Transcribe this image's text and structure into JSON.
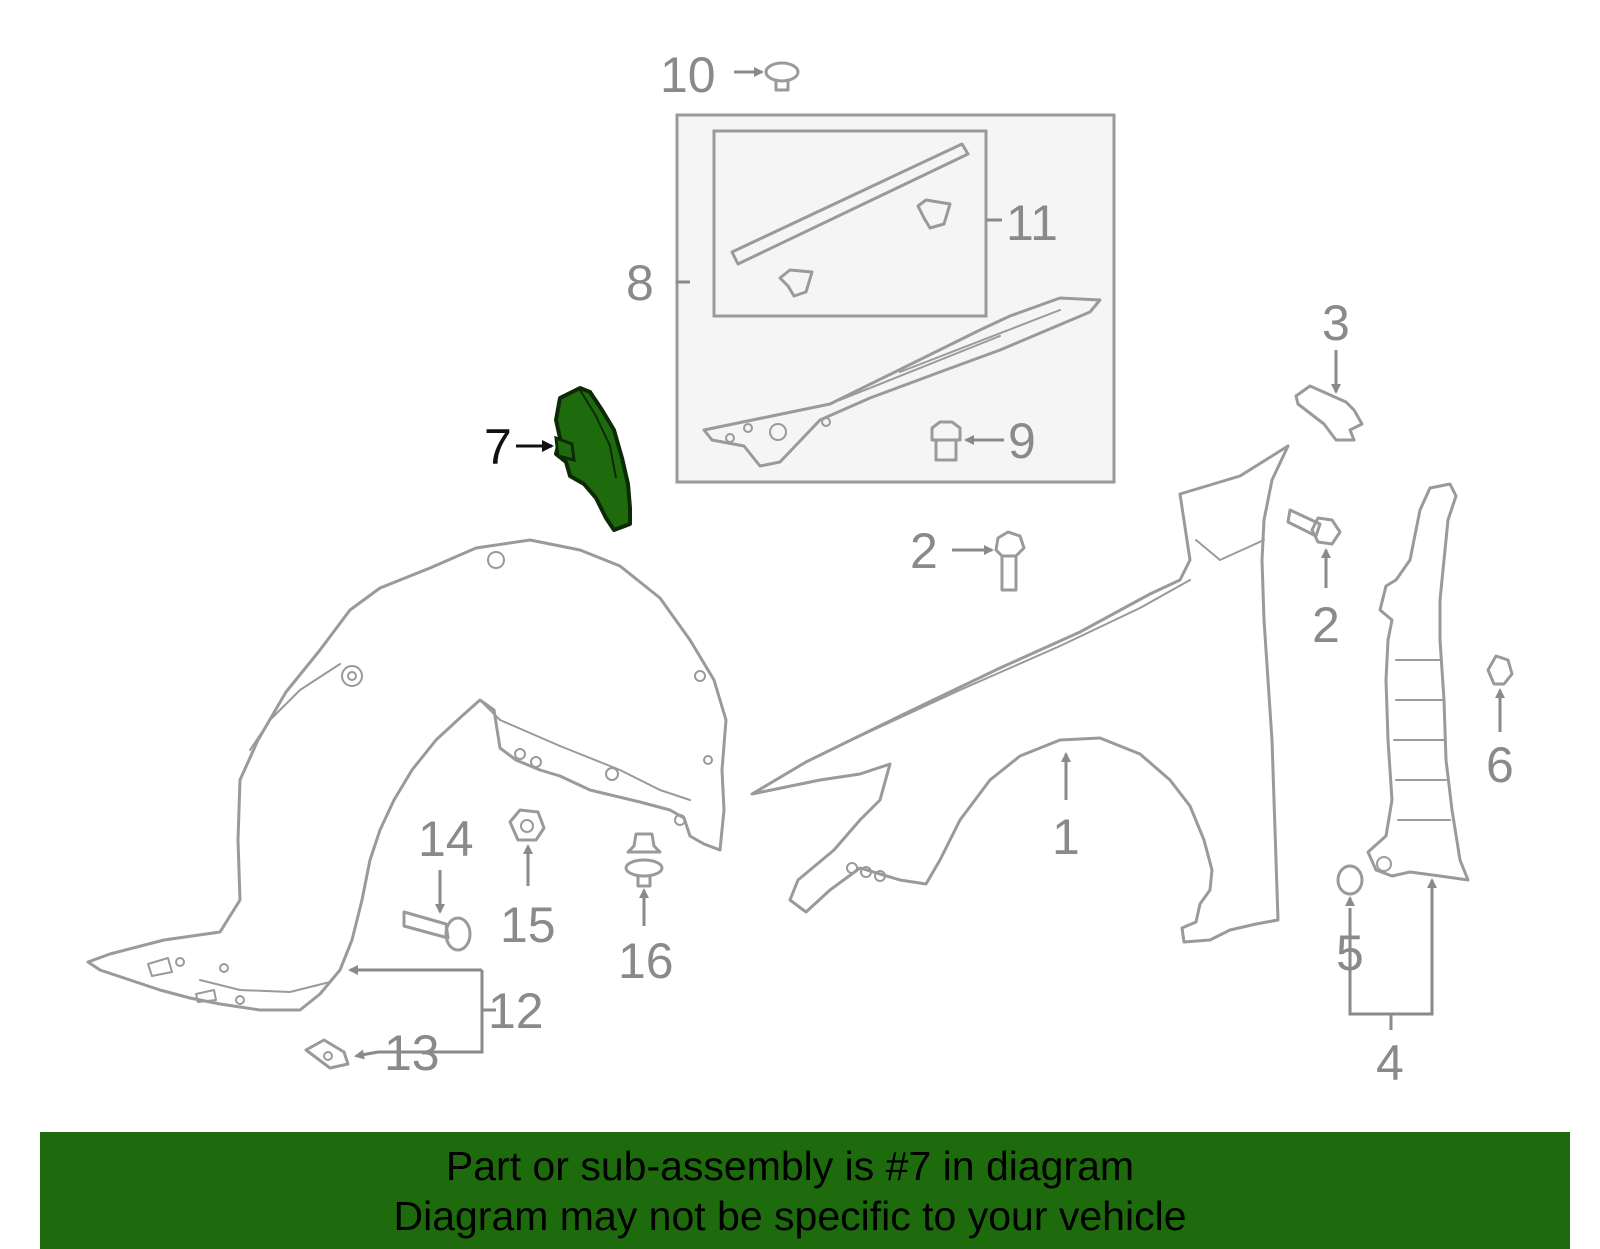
{
  "diagram": {
    "callouts": [
      {
        "id": "c1",
        "label": "1"
      },
      {
        "id": "c2a",
        "label": "2"
      },
      {
        "id": "c2b",
        "label": "2"
      },
      {
        "id": "c3",
        "label": "3"
      },
      {
        "id": "c4",
        "label": "4"
      },
      {
        "id": "c5",
        "label": "5"
      },
      {
        "id": "c6",
        "label": "6"
      },
      {
        "id": "c7",
        "label": "7"
      },
      {
        "id": "c8",
        "label": "8"
      },
      {
        "id": "c9",
        "label": "9"
      },
      {
        "id": "c10",
        "label": "10"
      },
      {
        "id": "c11",
        "label": "11"
      },
      {
        "id": "c12",
        "label": "12"
      },
      {
        "id": "c13",
        "label": "13"
      },
      {
        "id": "c14",
        "label": "14"
      },
      {
        "id": "c15",
        "label": "15"
      },
      {
        "id": "c16",
        "label": "16"
      }
    ],
    "highlighted_part": "7",
    "colors": {
      "line": "#9a9a9a",
      "highlight_fill": "#1e6b0d",
      "highlight_stroke": "#0b2a05",
      "inset_box": "#f5f5f5",
      "banner": "#1e6b0d"
    }
  },
  "banner": {
    "line1": "Part or sub-assembly is #7 in diagram",
    "line2": "Diagram may not be specific to your vehicle"
  }
}
